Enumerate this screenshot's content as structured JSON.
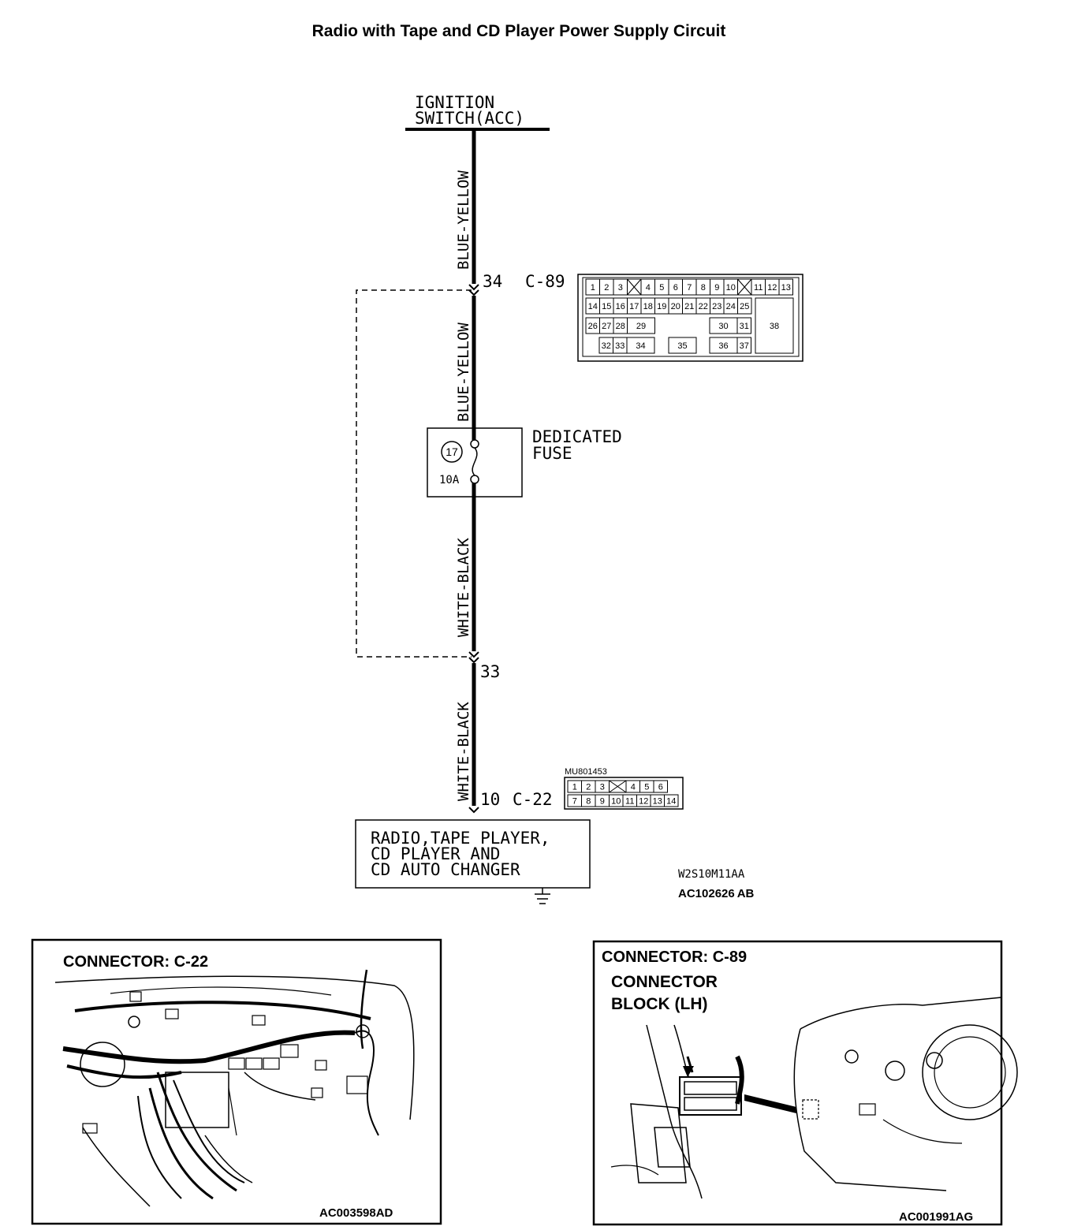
{
  "title": "Radio with Tape and CD Player Power Supply Circuit",
  "ignition_switch": {
    "line1": "IGNITION",
    "line2": "SWITCH(ACC)"
  },
  "wires": {
    "upper_1": "BLUE-YELLOW",
    "upper_2": "BLUE-YELLOW",
    "lower_1": "WHITE-BLACK",
    "lower_2": "WHITE-BLACK"
  },
  "connector_c89": {
    "pin_label": "34",
    "name": "C-89",
    "row1": [
      "1",
      "2",
      "3",
      "4",
      "5",
      "6",
      "7",
      "8",
      "9",
      "10",
      "11",
      "12",
      "13"
    ],
    "row2": [
      "14",
      "15",
      "16",
      "17",
      "18",
      "19",
      "20",
      "21",
      "22",
      "23",
      "24",
      "25"
    ],
    "row3": [
      "26",
      "27",
      "28",
      "29",
      "30",
      "31"
    ],
    "row4": [
      "32",
      "33",
      "34",
      "35",
      "36",
      "37"
    ],
    "big_pin": "38"
  },
  "fuse": {
    "number": "17",
    "rating": "10A",
    "label_line1": "DEDICATED",
    "label_line2": "FUSE"
  },
  "pin_33": "33",
  "connector_c22": {
    "pin_label": "10",
    "name": "C-22",
    "part_no": "MU801453",
    "row1": [
      "1",
      "2",
      "3",
      "4",
      "5",
      "6"
    ],
    "row2": [
      "7",
      "8",
      "9",
      "10",
      "11",
      "12",
      "13",
      "14"
    ]
  },
  "radio": {
    "line1": "RADIO,TAPE PLAYER,",
    "line2": "CD PLAYER AND",
    "line3": "CD AUTO CHANGER"
  },
  "codes": {
    "diagram_code": "W2S10M11AA",
    "ref_code_main": "AC102626",
    "ref_code_suffix": "AB"
  },
  "panel_left": {
    "title": "CONNECTOR: C-22",
    "code": "AC003598AD"
  },
  "panel_right": {
    "title": "CONNECTOR: C-89",
    "subtitle_line1": "CONNECTOR",
    "subtitle_line2": "BLOCK (LH)",
    "code": "AC001991AG"
  }
}
